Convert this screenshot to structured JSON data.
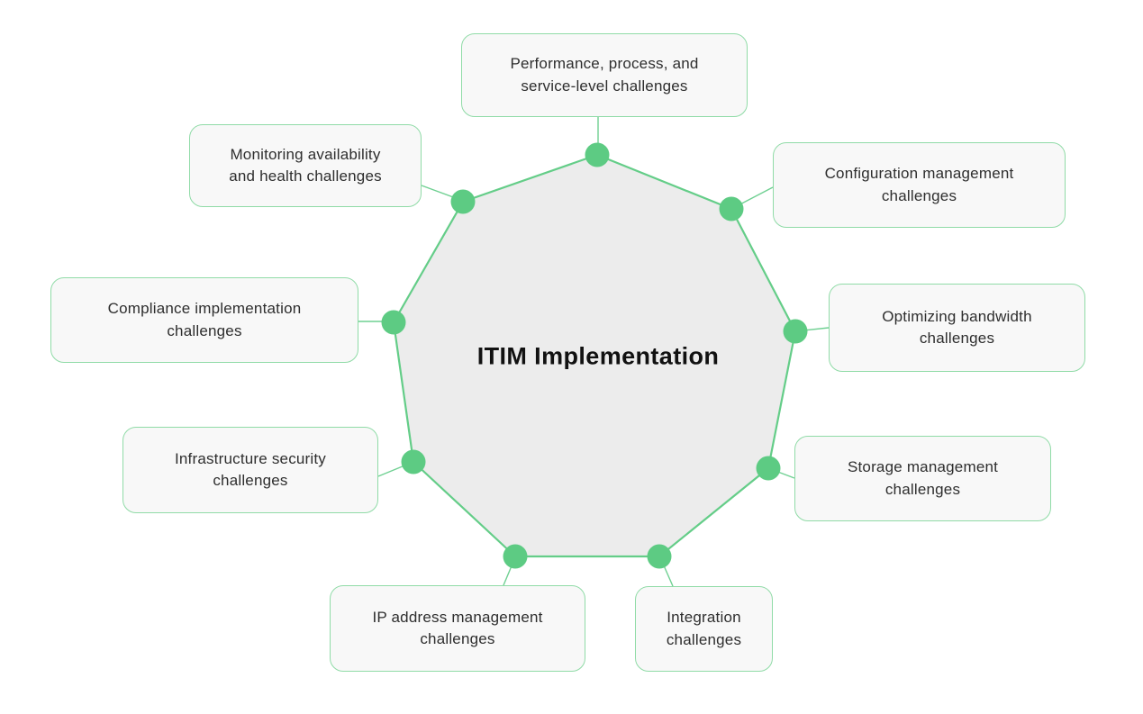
{
  "diagram": {
    "title": "ITIM Implementation",
    "nodes": [
      {
        "label": "Performance, process, and\nservice-level challenges"
      },
      {
        "label": "Configuration management\nchallenges"
      },
      {
        "label": "Optimizing bandwidth\nchallenges"
      },
      {
        "label": "Storage management\nchallenges"
      },
      {
        "label": "Integration\nchallenges"
      },
      {
        "label": "IP address management\nchallenges"
      },
      {
        "label": "Infrastructure security\nchallenges"
      },
      {
        "label": "Compliance implementation\nchallenges"
      },
      {
        "label": "Monitoring availability\nand health challenges"
      }
    ]
  },
  "colors": {
    "vertex_dot": "#5DCB83",
    "polygon_stroke": "#64CD88",
    "polygon_fill": "#ECECEC",
    "box_border": "#90DBA7",
    "box_fill": "#F8F8F8",
    "connector": "#6FD092",
    "label_text": "#2E2E2E",
    "title_text": "#111111"
  }
}
